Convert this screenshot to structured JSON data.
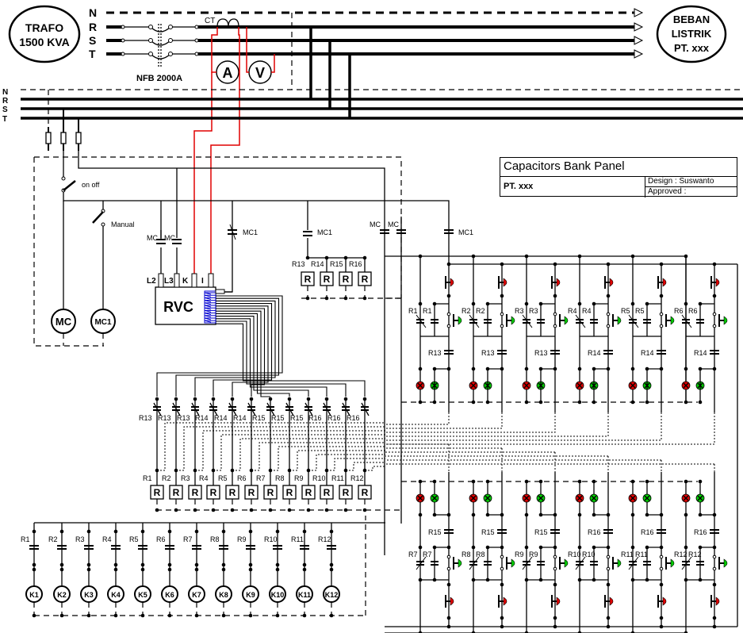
{
  "source": {
    "line1": "TRAFO",
    "line2": "1500 KVA"
  },
  "load": {
    "line1": "BEBAN",
    "line2": "LISTRIK",
    "line3": "PT. xxx"
  },
  "main_bus_labels": [
    "N",
    "R",
    "S",
    "T"
  ],
  "panel_bus_labels": [
    "N",
    "R",
    "S",
    "T"
  ],
  "breaker_label": "NFB 2000A",
  "ct_label": "CT",
  "ammeter_label": "A",
  "voltmeter_label": "V",
  "switch_labels": {
    "on_off": "on off",
    "manual": "Manual"
  },
  "motors": {
    "mc": "MC",
    "mc1": "MC1"
  },
  "rvc": {
    "label": "RVC",
    "terminals": [
      "L2",
      "L3",
      "K",
      "I"
    ]
  },
  "contact_labels": {
    "mc": "MC",
    "mc1": "MC1"
  },
  "relay_glyph": "R",
  "aux_relays": [
    "R13",
    "R14",
    "R15",
    "R16"
  ],
  "step_contacts": [
    "R13",
    "R13",
    "R13",
    "R14",
    "R14",
    "R14",
    "R15",
    "R15",
    "R15",
    "R16",
    "R16",
    "R16"
  ],
  "step_relays": [
    "R1",
    "R2",
    "R3",
    "R4",
    "R5",
    "R6",
    "R7",
    "R8",
    "R9",
    "R10",
    "R11",
    "R12"
  ],
  "contactors": [
    "K1",
    "K2",
    "K3",
    "K4",
    "K5",
    "K6",
    "K7",
    "K8",
    "K9",
    "K10",
    "K11",
    "K12"
  ],
  "upper_bank": {
    "steps": [
      "R1",
      "R2",
      "R3",
      "R4",
      "R5",
      "R6"
    ],
    "interlocks": [
      "R13",
      "R13",
      "R13",
      "R14",
      "R14",
      "R14"
    ]
  },
  "lower_bank": {
    "steps": [
      "R7",
      "R8",
      "R9",
      "R10",
      "R11",
      "R12"
    ],
    "interlocks": [
      "R15",
      "R15",
      "R15",
      "R16",
      "R16",
      "R16"
    ]
  },
  "colors": {
    "wire": "#000000",
    "signal": "#e00000",
    "rvc_outputs": "#0000d0",
    "lamp_on": "#e00000",
    "lamp_off": "#00cc00"
  },
  "title_block": {
    "title": "Capacitors Bank Panel",
    "company": "PT. xxx",
    "design": "Design    : Suswanto",
    "approved": "Approved :"
  }
}
